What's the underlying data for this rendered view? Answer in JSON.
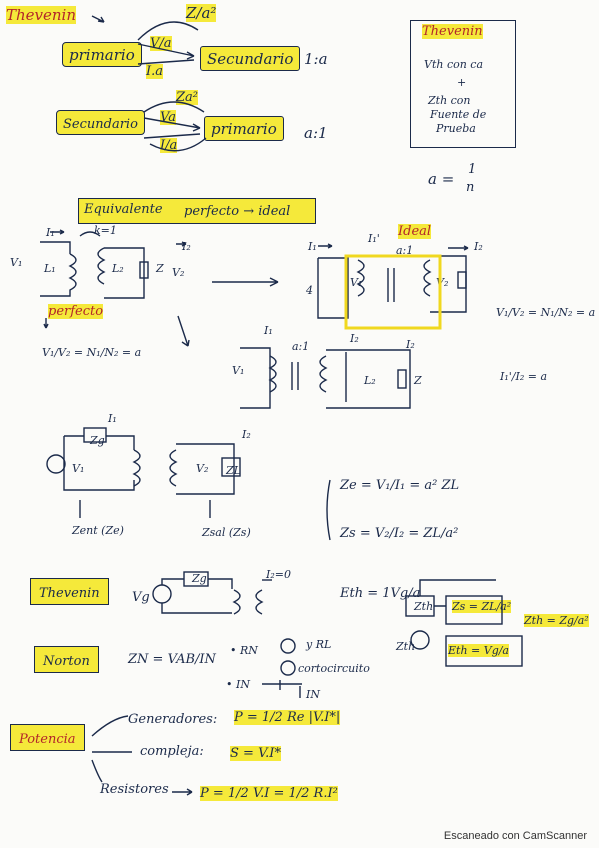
{
  "section_top": {
    "thevenin_heading": "Thevenin",
    "z_a2": "Z/a²",
    "primario": "primario",
    "v_a": "V/a",
    "i_a": "I.a",
    "secundario": "Secundario",
    "ratio_1a": "1:a",
    "secundario2": "Secundario",
    "za2_2": "Za²",
    "va": "Va",
    "i_over_a": "I/a",
    "primario2": "primario",
    "ratio_a1": "a:1"
  },
  "thevenin_box": {
    "title": "Thevenin",
    "line1": "Vth con ca",
    "plus": "+",
    "line2": "Zth con",
    "line3": "Fuente de",
    "line4": "Prueba",
    "a_eq": "a =",
    "a_num": "1",
    "a_den": "n"
  },
  "section_equiv": {
    "title": "Equivalente",
    "perfecto_ideal": "perfecto → ideal",
    "ideal": "Ideal",
    "perfecto": "perfecto",
    "k1": "k=1",
    "i1": "I₁",
    "i2": "I₂",
    "i1p": "I₁'",
    "v1": "V₁",
    "v2": "V₂",
    "l1": "L₁",
    "l2": "L₂",
    "z": "Z",
    "four": "4",
    "ratio_a1": "a:1",
    "eq_v": "V₁/V₂ = N₁/N₂ = a",
    "eq_v2": "V₁/V₂ = N₁/N₂ = a",
    "eq_i": "I₁'/I₂ = a"
  },
  "section_zg": {
    "zg": "Zg",
    "zl": "ZL",
    "zent": "Zent (Ze)",
    "zsal": "Zsal (Zs)",
    "eq_ze": "Ze = V₁/I₁ = a² ZL",
    "eq_zs": "Zs = V₂/I₂ = ZL/a²"
  },
  "section_thevenin2": {
    "label": "Thevenin",
    "vg": "Vg",
    "zg": "Zg",
    "i2_zero": "I₂=0",
    "eth": "Eth = 1Vg/a",
    "zth": "Zth",
    "zs_eq": "Zs = ZL/a²",
    "zth_eq": "Zth = Zg/a²",
    "eth_box": "Eth = Vg/a"
  },
  "section_norton": {
    "label": "Norton",
    "zn": "ZN = VAB/IN",
    "rn": "• RN",
    "rn_note": "y RL",
    "in": "• IN",
    "cortocircuito": "cortocircuito",
    "in_arrow": "IN"
  },
  "section_potencia": {
    "label": "Potencia",
    "generadores": "Generadores:",
    "gen_eq": "P = 1/2 Re |V.I*|",
    "compleja": "compleja:",
    "comp_eq": "S = V.I*",
    "resistores": "Resistores",
    "res_eq": "P = 1/2 V.I = 1/2 R.I²"
  },
  "watermark": "Escaneado con CamScanner"
}
